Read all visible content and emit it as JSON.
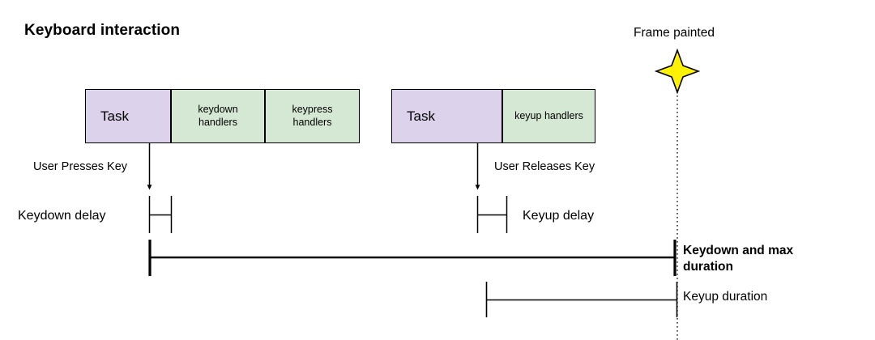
{
  "diagram": {
    "title": "Keyboard interaction",
    "type": "timeline",
    "colors": {
      "task_fill": "#DCD2EC",
      "handler_fill": "#D5E8D4",
      "stroke": "#000000",
      "star_fill": "#FFF200",
      "background": "#FFFFFF"
    }
  },
  "frame_marker": {
    "label": "Frame painted",
    "icon": "four-point-star-icon",
    "guideline_style": "dotted"
  },
  "tracks": [
    {
      "name": "keydown-task-track",
      "boxes": [
        {
          "id": "task-1",
          "label": "Task",
          "kind": "task"
        },
        {
          "id": "keydown-handlers",
          "label": "keydown\nhandlers",
          "kind": "handler",
          "line1": "keydown",
          "line2": "handlers"
        },
        {
          "id": "keypress-handlers",
          "label": "keypress\nhandlers",
          "kind": "handler",
          "line1": "keypress",
          "line2": "handlers"
        }
      ]
    },
    {
      "name": "keyup-task-track",
      "boxes": [
        {
          "id": "task-2",
          "label": "Task",
          "kind": "task"
        },
        {
          "id": "keyup-handlers",
          "label": "keyup handlers",
          "kind": "handler"
        }
      ]
    }
  ],
  "events": [
    {
      "id": "user-presses-key",
      "label": "User Presses Key"
    },
    {
      "id": "user-releases-key",
      "label": "User Releases Key"
    }
  ],
  "measures": [
    {
      "id": "keydown-delay",
      "label": "Keydown delay",
      "emphasis": "normal"
    },
    {
      "id": "keyup-delay",
      "label": "Keyup delay",
      "emphasis": "normal"
    },
    {
      "id": "keydown-and-max-duration",
      "label": "Keydown and max duration",
      "emphasis": "bold"
    },
    {
      "id": "keyup-duration",
      "label": "Keyup duration",
      "emphasis": "normal"
    }
  ]
}
